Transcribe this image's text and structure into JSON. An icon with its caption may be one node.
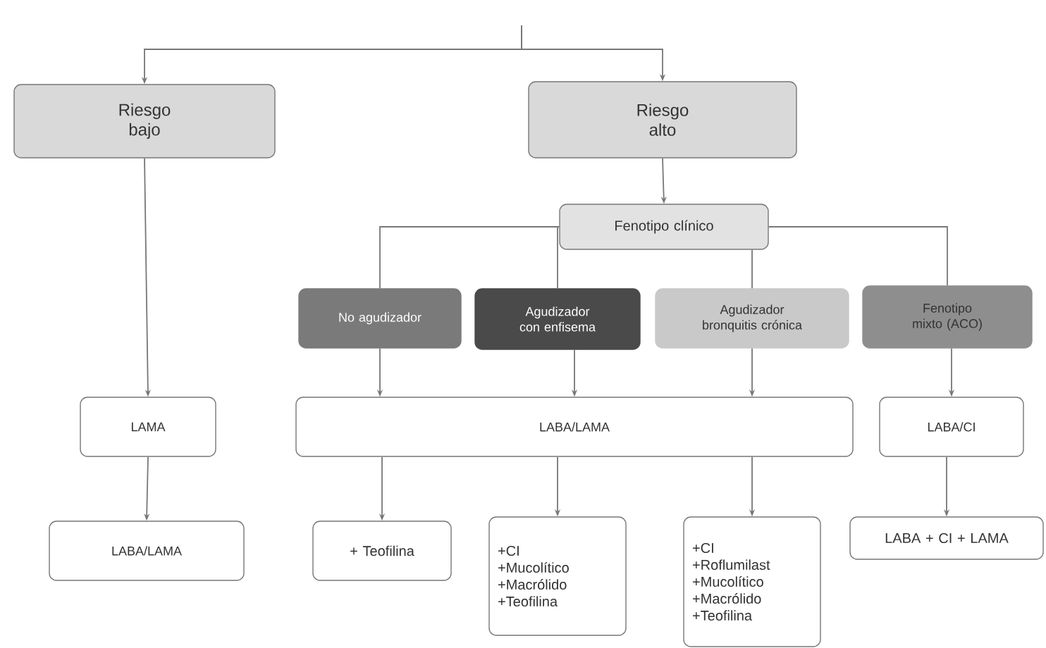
{
  "diagram": {
    "nodes": [
      {
        "text": [
          "Riesgo bajo"
        ]
      },
      {
        "text": [
          "Riesgo alto"
        ]
      },
      {
        "text": [
          "Fenotipo clínico"
        ]
      },
      {
        "text": [
          "No agudizador"
        ]
      },
      {
        "text": [
          "Agudizador con enfisema"
        ]
      },
      {
        "text": [
          "Agudizador bronquitis crónica"
        ]
      },
      {
        "text": [
          "Fenotipo mixto (ACO)"
        ]
      },
      {
        "text": [
          "LAMA"
        ]
      },
      {
        "text": [
          "LABA/LAMA"
        ]
      },
      {
        "text": [
          "LABA/CI"
        ]
      },
      {
        "text": [
          "LABA/LAMA"
        ]
      },
      {
        "text": [
          "+ Teofilina"
        ]
      },
      {
        "text": [
          "+CI",
          "+Mucolítico",
          "+Macrólido",
          "+Teofilina"
        ]
      },
      {
        "text": [
          "+CI",
          "+Roflumilast",
          "+Mucolítico",
          "+Macrólido",
          "+Teofilina"
        ]
      },
      {
        "text": [
          "LABA + CI + LAMA"
        ]
      }
    ],
    "edges": [
      {
        "from": null,
        "to": 0,
        "arrow": "to"
      },
      {
        "from": null,
        "to": 1,
        "arrow": "to"
      },
      {
        "from": 0,
        "to": 7,
        "arrow": "to"
      },
      {
        "from": 7,
        "to": 10,
        "arrow": "to"
      },
      {
        "from": 1,
        "to": 2,
        "arrow": "to"
      },
      {
        "from": 2,
        "to": 3,
        "arrow": "none"
      },
      {
        "from": 2,
        "to": 4,
        "arrow": "none"
      },
      {
        "from": 2,
        "to": 5,
        "arrow": "none"
      },
      {
        "from": 2,
        "to": 6,
        "arrow": "none"
      },
      {
        "from": 3,
        "to": 8,
        "arrow": "to"
      },
      {
        "from": 4,
        "to": 8,
        "arrow": "to"
      },
      {
        "from": 5,
        "to": 8,
        "arrow": "to"
      },
      {
        "from": 6,
        "to": 9,
        "arrow": "to"
      },
      {
        "from": 8,
        "to": 11,
        "arrow": "to"
      },
      {
        "from": 8,
        "to": 12,
        "arrow": "to"
      },
      {
        "from": 8,
        "to": 13,
        "arrow": "to"
      },
      {
        "from": 9,
        "to": 14,
        "arrow": "to"
      }
    ]
  }
}
